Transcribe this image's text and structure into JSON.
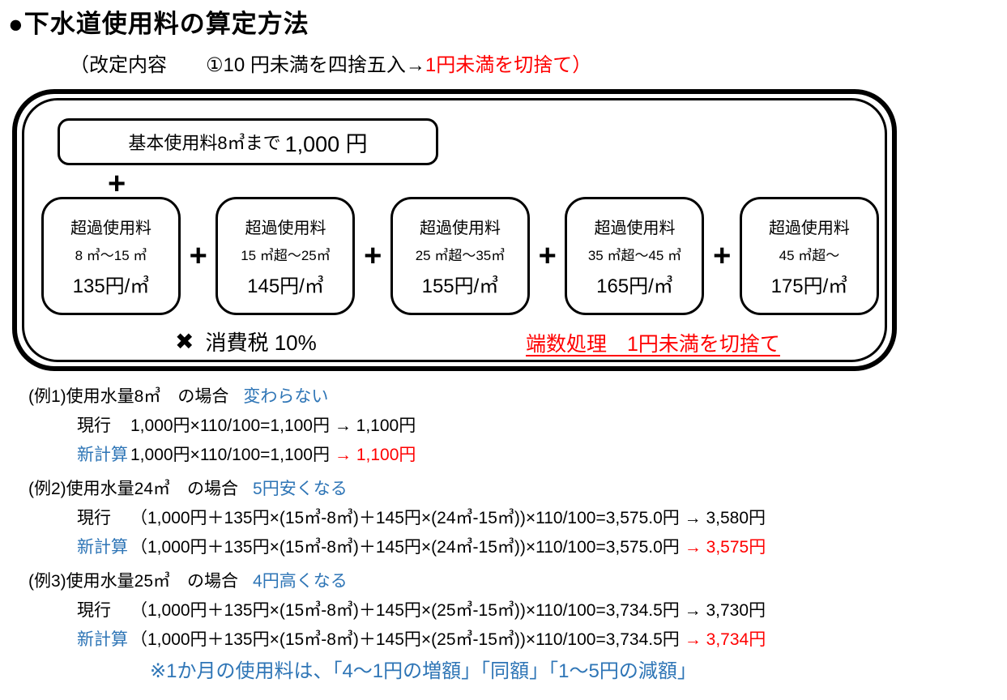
{
  "page": {
    "title": "●下水道使用料の算定方法"
  },
  "subtitle": {
    "prefix": "（改定内容　　①10 円未満を四捨五入→",
    "highlight": "1円未満を切捨て）"
  },
  "diagram": {
    "basic_box": {
      "label": "基本使用料8㎥まで",
      "amount": "1,000 円"
    },
    "plus_symbol": "+",
    "multiply_symbol": "✖",
    "tax_label": "消費税 10%",
    "rounding_note": "端数処理　1円未満を切捨て",
    "boxes": [
      {
        "title": "超過使用料",
        "range": "8 ㎥～15 ㎥",
        "rate": "135円/㎥"
      },
      {
        "title": "超過使用料",
        "range": "15 ㎥超～25㎥",
        "rate": "145円/㎥"
      },
      {
        "title": "超過使用料",
        "range": "25 ㎥超～35㎥",
        "rate": "155円/㎥"
      },
      {
        "title": "超過使用料",
        "range": "35 ㎥超～45 ㎥",
        "rate": "165円/㎥"
      },
      {
        "title": "超過使用料",
        "range": "45 ㎥超～",
        "rate": "175円/㎥"
      }
    ]
  },
  "examples": [
    {
      "header": "(例1)使用水量8㎥　の場合",
      "note": "変わらない",
      "current_label": "現行",
      "current_formula": "1,000円×110/100=1,100円 → 1,100円",
      "new_label": "新計算",
      "new_formula": "1,000円×110/100=1,100円",
      "new_result": "→ 1,100円"
    },
    {
      "header": "(例2)使用水量24㎥　の場合",
      "note": "5円安くなる",
      "current_label": "現行",
      "current_formula": "（1,000円＋135円×(15㎥-8㎥)＋145円×(24㎥-15㎥))×110/100=3,575.0円 → 3,580円",
      "new_label": "新計算",
      "new_formula": "（1,000円＋135円×(15㎥-8㎥)＋145円×(24㎥-15㎥))×110/100=3,575.0円",
      "new_result": "→ 3,575円"
    },
    {
      "header": "(例3)使用水量25㎥　の場合",
      "note": "4円高くなる",
      "current_label": "現行",
      "current_formula": "（1,000円＋135円×(15㎥-8㎥)＋145円×(25㎥-15㎥))×110/100=3,734.5円 → 3,730円",
      "new_label": "新計算",
      "new_formula": "（1,000円＋135円×(15㎥-8㎥)＋145円×(25㎥-15㎥))×110/100=3,734.5円",
      "new_result": "→ 3,734円"
    }
  ],
  "footer_note": "※1か月の使用料は、「4～1円の増額」「同額」「1～5円の減額」",
  "colors": {
    "red": "#ff0000",
    "blue": "#2e75b6",
    "black": "#000000"
  }
}
